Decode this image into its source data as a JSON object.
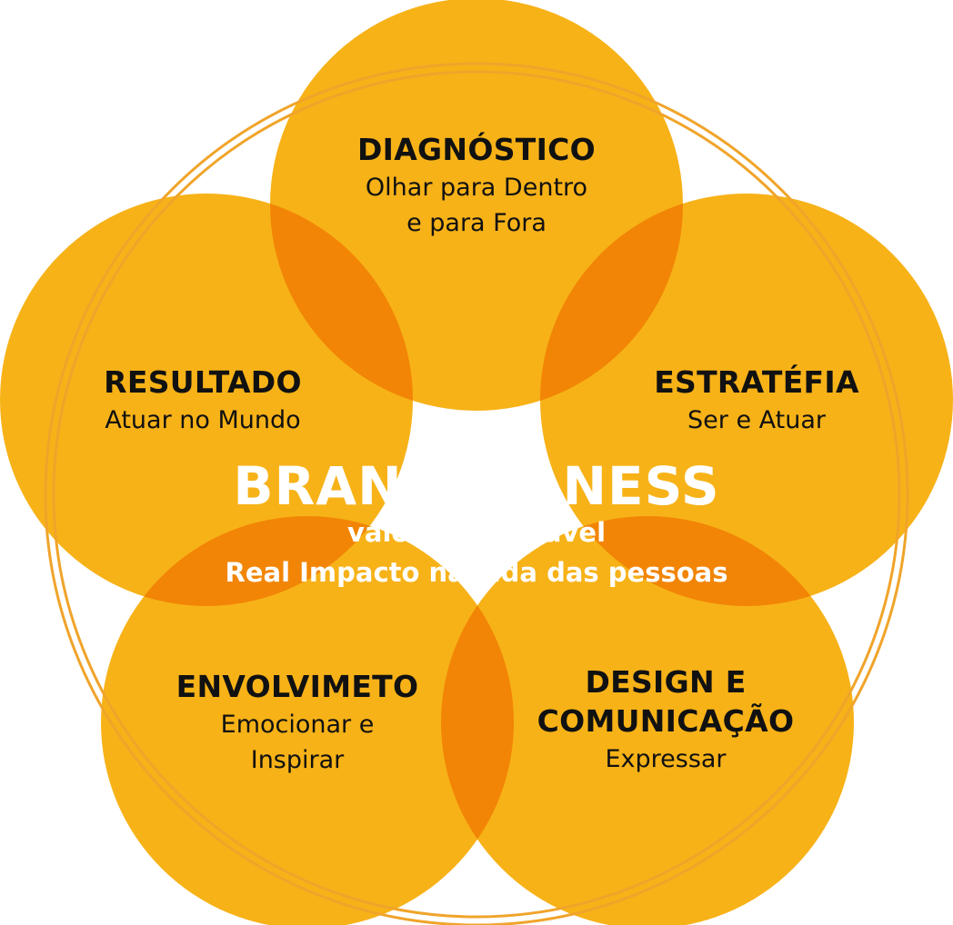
{
  "colors": {
    "petal": "#F7B218",
    "overlap": "#F28505",
    "ring": "#F0A42A",
    "center_text": "#FFFFFF",
    "label_text": "#111111"
  },
  "center": {
    "title": "BRANDFULNESS",
    "line1": "valor sustentável",
    "line2": "Real Impacto na vida das pessoas"
  },
  "petals": [
    {
      "id": "diagnostico",
      "title": "DIAGNÓSTICO",
      "subtitle": "Olhar para Dentro\ne para Fora"
    },
    {
      "id": "estrategia",
      "title": "ESTRATÉFIA",
      "subtitle": "Ser e Atuar"
    },
    {
      "id": "design",
      "title": "DESIGN E\nCOMUNICAÇÃO",
      "subtitle": "Expressar"
    },
    {
      "id": "envolvimento",
      "title": "ENVOLVIMETO",
      "subtitle": "Emocionar e\nInspirar"
    },
    {
      "id": "resultado",
      "title": "RESULTADO",
      "subtitle": "Atuar no Mundo"
    }
  ]
}
